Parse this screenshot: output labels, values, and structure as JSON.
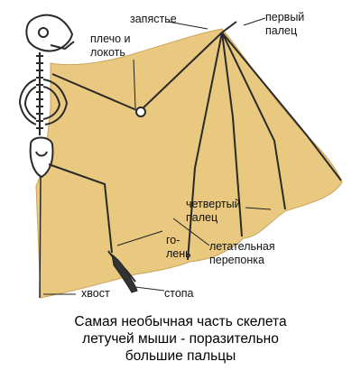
{
  "diagram": {
    "colors": {
      "membrane_fill": "#E9C880",
      "membrane_edge": "#C9A55C",
      "bone_stroke": "#2a2a2a",
      "bone_fill": "#ffffff"
    },
    "labels": {
      "wrist": "запястье",
      "first_finger": "первый\nпалец",
      "shoulder_elbow": "плечо и\nлокоть",
      "fourth_finger": "четвертый\nпалец",
      "shin": "го-\nлень",
      "flight_membrane": "летательная\nперепонка",
      "tail": "хвост",
      "foot": "стопа"
    },
    "caption": [
      "Самая необычная часть скелета",
      "летучей мыши - поразительно",
      "большие пальцы"
    ]
  }
}
